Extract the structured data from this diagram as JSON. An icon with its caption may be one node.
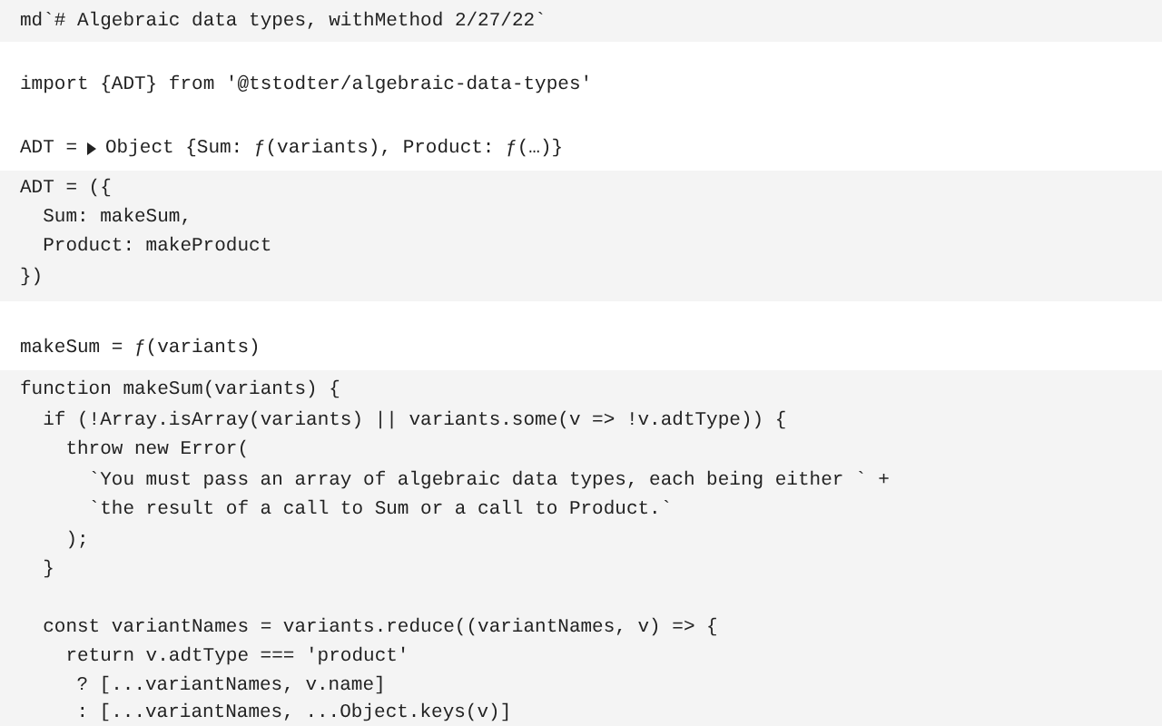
{
  "diagram": {
    "labels": [
      "md`# Algebraic data types, withMethod 2/27/22`",
      "import {ADT} from '@tstodter/algebraic-data-types'",
      "ADT =",
      "Object {Sum: ƒ(variants), Product: ƒ(…)}",
      "ADT = ({",
      "Sum: makeSum,",
      "Product: makeProduct",
      "})",
      "makeSum = ƒ(variants)",
      "function makeSum(variants) {",
      "if (!Array.isArray(variants) || variants.some(v => !v.adtType)) {",
      "throw new Error(",
      "`You must pass an array of algebraic data types, each being either ` +",
      "`the result of a call to Sum or a call to Product.`",
      ");",
      "}",
      "const variantNames = variants.reduce((variantNames, v) => {",
      "return v.adtType === 'product'",
      "? [...variantNames, v.name]",
      ": [...variantNames, ...Object.keys(v)]"
    ]
  }
}
